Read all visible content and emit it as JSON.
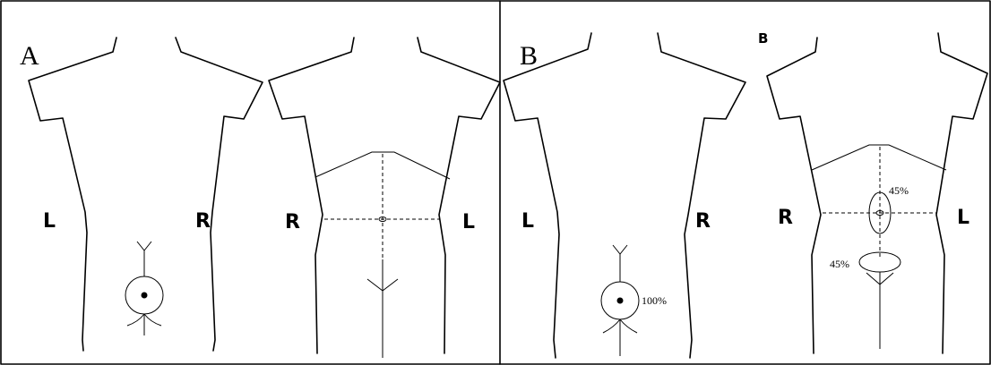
{
  "panels": [
    {
      "letter": "A",
      "back_view": {
        "left_label": "L",
        "right_label": "R",
        "marker_label": ""
      },
      "front_view": {
        "left_label": "R",
        "right_label": "L"
      }
    },
    {
      "letter": "B",
      "back_view": {
        "left_label": "L",
        "right_label": "R",
        "marker_label": "100%"
      },
      "front_view": {
        "corner_letter": "B",
        "left_label": "R",
        "right_label": "L",
        "upper_zone_label": "45%",
        "lower_zone_label": "45%"
      }
    }
  ],
  "colors": {
    "ink": "#000000",
    "background": "#ffffff"
  }
}
